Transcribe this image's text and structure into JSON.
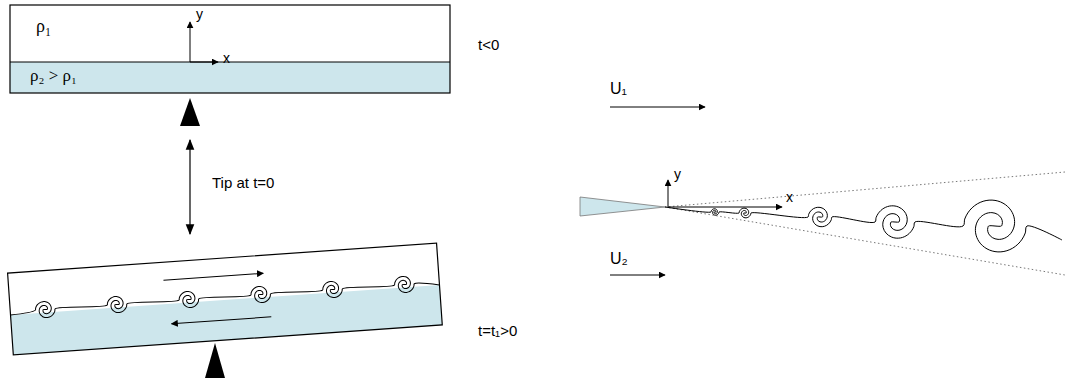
{
  "diagram": {
    "labels": [
      "ρ₁",
      "y",
      "x",
      "ρ₂ > ρ₁",
      "t<0",
      "Tip at t=0",
      "t=t₁>0",
      "U₁",
      "y",
      "x",
      "U₂"
    ]
  }
}
